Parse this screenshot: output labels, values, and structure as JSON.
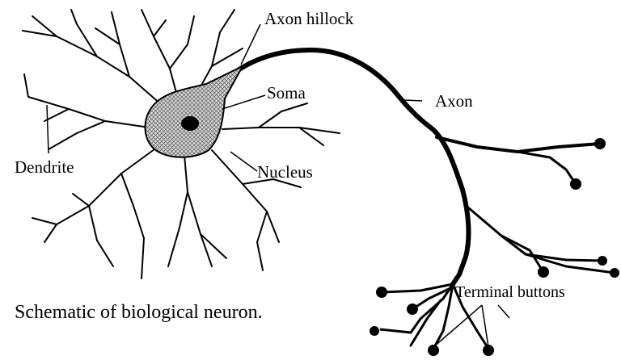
{
  "labels": {
    "axon_hillock": "Axon hillock",
    "soma": "Soma",
    "axon": "Axon",
    "dendrite": "Dendrite",
    "nucleus": "Nucleus",
    "terminal_buttons": "Terminal buttons",
    "caption": "Schematic of biological neuron."
  },
  "colors": {
    "ink": "#000000",
    "background": "#ffffff",
    "soma_fill": "#bdbdbd"
  }
}
